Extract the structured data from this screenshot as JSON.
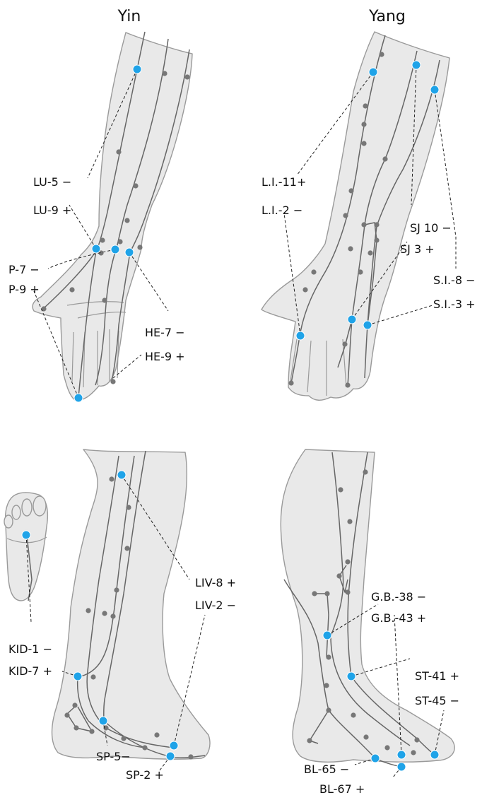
{
  "colors": {
    "point": "#1fa3e8",
    "limb": "#e9e9e9",
    "meridian": "#666666"
  },
  "headings": {
    "yin": "Yin",
    "yang": "Yang"
  },
  "labels": {
    "lu5": "LU-5 −",
    "lu9": "LU-9 +",
    "p7": "P-7 −",
    "p9": "P-9 +",
    "he7": "HE-7 −",
    "he9": "HE-9 +",
    "li11": "L.I.-11+",
    "li2": "L.I.-2 −",
    "sj10": "SJ 10 −",
    "sj3": "SJ 3 +",
    "si8": "S.I.-8 −",
    "si3": "S.I.-3 +",
    "liv8": "LIV-8 +",
    "liv2": "LIV-2 −",
    "kid1": "KID-1 −",
    "kid7": "KID-7 +",
    "sp5": "SP-5−",
    "sp2": "SP-2 +",
    "gb38": "G.B.-38 −",
    "gb43": "G.B.-43 +",
    "st41": "ST-41 +",
    "st45": "ST-45 −",
    "bl65": "BL-65 −",
    "bl67": "BL-67 +"
  }
}
